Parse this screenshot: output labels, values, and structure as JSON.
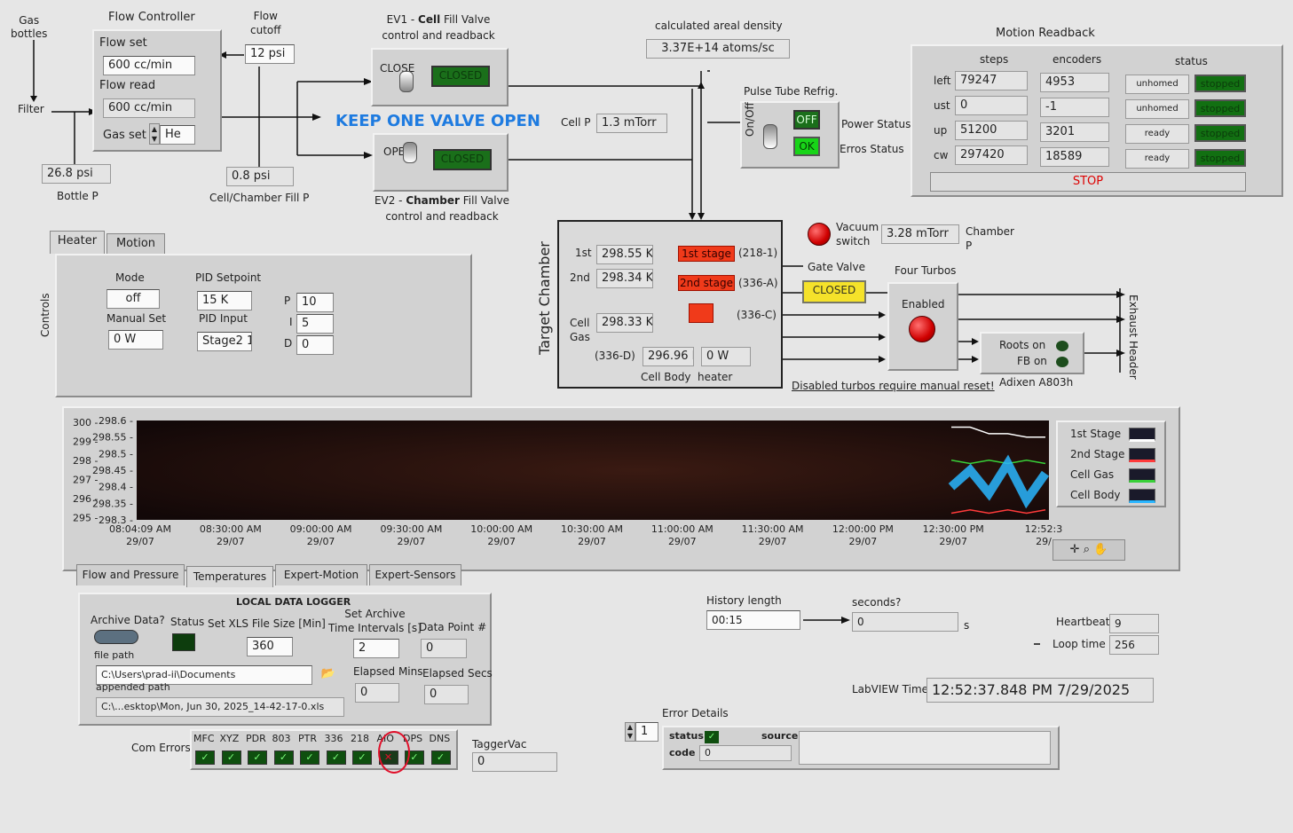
{
  "gas": {
    "bottles_label": "Gas\nbottles",
    "filter_label": "Filter",
    "bottle_p_value": "26.8 psi",
    "bottle_p_label": "Bottle P"
  },
  "flow_controller": {
    "title": "Flow Controller",
    "flow_set_label": "Flow set",
    "flow_set_value": "600 cc/min",
    "flow_read_label": "Flow read",
    "flow_read_value": "600 cc/min",
    "gas_set_label": "Gas set",
    "gas_set_value": "He"
  },
  "flow_cutoff": {
    "label": "Flow\ncutoff",
    "value": "12 psi"
  },
  "cell_chamber_fill": {
    "value": "0.8 psi",
    "label": "Cell/Chamber Fill P"
  },
  "ev1": {
    "title_prefix": "EV1 - ",
    "title_bold": "Cell",
    "title_suffix": " Fill Valve",
    "subtitle": "control and readback",
    "switch_label": "CLOSE",
    "readback": "CLOSED"
  },
  "ev2": {
    "title_prefix": "EV2 - ",
    "title_bold": "Chamber",
    "title_suffix": " Fill Valve",
    "subtitle": "control and readback",
    "switch_label": "OPEN",
    "readback": "CLOSED"
  },
  "warning": "KEEP ONE VALVE OPEN",
  "density": {
    "label": "calculated areal density",
    "value": "3.37E+14 atoms/sc"
  },
  "cell_p": {
    "label": "Cell P",
    "value": "1.3 mTorr"
  },
  "pulse_tube": {
    "title": "Pulse Tube Refrig.",
    "onoff_label": "On/Off",
    "off_led": "OFF",
    "ok_led": "OK",
    "power_status": "Power Status",
    "erros_status": "Erros Status"
  },
  "motion": {
    "title": "Motion Readback",
    "col_steps": "steps",
    "col_encoders": "encoders",
    "col_status": "status",
    "rows": [
      {
        "name": "left",
        "steps": "79247",
        "encoder": "4953",
        "status": "unhomed",
        "led": "stopped"
      },
      {
        "name": "ust",
        "steps": "0",
        "encoder": "-1",
        "status": "unhomed",
        "led": "stopped"
      },
      {
        "name": "up",
        "steps": "51200",
        "encoder": "3201",
        "status": "ready",
        "led": "stopped"
      },
      {
        "name": "cw",
        "steps": "297420",
        "encoder": "18589",
        "status": "ready",
        "led": "stopped"
      }
    ],
    "stop_label": "STOP"
  },
  "target": {
    "label": "Target Chamber",
    "first_label": "1st",
    "first_value": "298.55 K",
    "first_stage": "1st stage",
    "first_code": "(218-1)",
    "second_label": "2nd",
    "second_value": "298.34 K",
    "second_stage": "2nd stage",
    "second_code": "(336-A)",
    "cell_gas_label": "Cell\nGas",
    "cell_gas_value": "298.33 K",
    "cell_gas_code": "(336-C)",
    "body_code": "(336-D)",
    "body_value": "296.96 K",
    "heater_value": "0 W",
    "cell_body_label": "Cell Body",
    "heater_label": "heater"
  },
  "vacuum": {
    "label": "Vacuum\nswitch",
    "value": "3.28 mTorr",
    "chamber_p": "Chamber\nP"
  },
  "gate_valve": {
    "label": "Gate Valve",
    "value": "CLOSED"
  },
  "turbos": {
    "label": "Four Turbos",
    "enabled": "Enabled",
    "warning": "Disabled turbos require manual reset!"
  },
  "roots": {
    "roots_on": "Roots on",
    "fb_on": "FB on",
    "model": "Adixen A803h"
  },
  "exhaust": "Exhaust Header",
  "controls": {
    "side_label": "Controls",
    "tab_heater": "Heater",
    "tab_motion": "Motion",
    "mode_label": "Mode",
    "mode_value": "off",
    "manual_label": "Manual Set",
    "manual_value": "0 W",
    "pid_setpoint_label": "PID Setpoint",
    "pid_setpoint_value": "15 K",
    "pid_input_label": "PID Input",
    "pid_input_value": "Stage2 1",
    "p_label": "P",
    "p_value": "10",
    "i_label": "I",
    "i_value": "5",
    "d_label": "D",
    "d_value": "0"
  },
  "chart_data": {
    "type": "line",
    "x_ticks": [
      [
        "08:04:09 AM",
        "29/07"
      ],
      [
        "08:30:00 AM",
        "29/07"
      ],
      [
        "09:00:00 AM",
        "29/07"
      ],
      [
        "09:30:00 AM",
        "29/07"
      ],
      [
        "10:00:00 AM",
        "29/07"
      ],
      [
        "10:30:00 AM",
        "29/07"
      ],
      [
        "11:00:00 AM",
        "29/07"
      ],
      [
        "11:30:00 AM",
        "29/07"
      ],
      [
        "12:00:00 PM",
        "29/07"
      ],
      [
        "12:30:00 PM",
        "29/07"
      ],
      [
        "12:52:3",
        "29/"
      ]
    ],
    "y_axis_outer": [
      "300",
      "299",
      "298",
      "297",
      "296",
      "295"
    ],
    "y_axis_inner": [
      "298.6",
      "298.55",
      "298.5",
      "298.45",
      "298.4",
      "298.35",
      "298.3"
    ],
    "legend": [
      "1st Stage",
      "2nd Stage",
      "Cell Gas",
      "Cell Body"
    ],
    "series": [
      {
        "name": "1st Stage",
        "color": "#ffffff",
        "values": [
          298.58,
          298.58,
          298.56,
          298.56,
          298.55,
          298.55
        ]
      },
      {
        "name": "2nd Stage",
        "color": "#ff3b3b",
        "values": [
          298.32,
          298.33,
          298.32,
          298.33,
          298.32,
          298.33
        ]
      },
      {
        "name": "Cell Gas",
        "color": "#38d038",
        "values": [
          298.48,
          298.47,
          298.48,
          298.47,
          298.48,
          298.47
        ]
      },
      {
        "name": "Cell Body",
        "color": "#29b6ff",
        "values": [
          298.4,
          298.45,
          298.38,
          298.47,
          298.36,
          298.44
        ]
      }
    ]
  },
  "bottom_tabs": [
    "Flow and Pressure",
    "Temperatures",
    "Expert-Motion",
    "Expert-Sensors"
  ],
  "logger": {
    "title": "LOCAL DATA LOGGER",
    "archive_label": "Archive Data?",
    "status_label": "Status",
    "xls_label": "Set XLS File Size [Min]",
    "xls_value": "360",
    "interval_label": "Set Archive\nTime Intervals [s]",
    "interval_value": "2",
    "datapoint_label": "Data Point #",
    "datapoint_value": "0",
    "file_path_label": "file path",
    "file_path_value": "C:\\Users\\prad-ii\\Documents",
    "appended_label": "appended path",
    "appended_value": "C:\\...esktop\\Mon, Jun 30, 2025_14-42-17-0.xls",
    "elapsed_mins_label": "Elapsed Mins",
    "elapsed_mins_value": "0",
    "elapsed_secs_label": "Elapsed Secs",
    "elapsed_secs_value": "0"
  },
  "com_errors": {
    "label": "Com Errors",
    "devices": [
      "MFC",
      "XYZ",
      "PDR",
      "803",
      "PTR",
      "336",
      "218",
      "AIO",
      "DPS",
      "DNS"
    ],
    "error_device_index": 7
  },
  "tagger": {
    "label": "TaggerVac",
    "value": "0"
  },
  "history": {
    "label": "History length",
    "value": "00:15",
    "seconds_label": "seconds?",
    "seconds_value": "0",
    "unit": "s"
  },
  "heartbeat": {
    "label": "Heartbeat",
    "value": "9",
    "loop_label": "Loop time",
    "loop_value": "256"
  },
  "labview_time": {
    "label": "LabVIEW Time",
    "value": "12:52:37.848 PM 7/29/2025"
  },
  "error_details": {
    "label": "Error Details",
    "index": "1",
    "status_label": "status",
    "source_label": "source",
    "code_label": "code",
    "code_value": "0"
  }
}
